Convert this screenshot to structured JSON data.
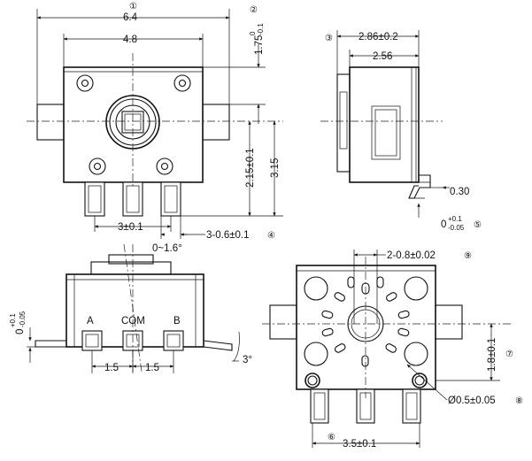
{
  "top_view": {
    "ref1": "①",
    "width_dim": "6.4",
    "inner_dim": "4.8",
    "ref2": "②",
    "height_dim": "1.75",
    "height_tol_upper": "0",
    "height_tol_lower": "-0.1",
    "center_dim": "2.15±0.1",
    "total_height_dim": "3.15",
    "pitch_dim": "3±0.1",
    "pad_dim": "3-0.6±0.1",
    "ref4": "④"
  },
  "side_view": {
    "ref3": "③",
    "depth_dim": "2.86±0.2",
    "body_dim": "2.56",
    "lead_thickness_dim": "0.30",
    "standoff_dim": "0",
    "standoff_tol_upper": "+0.1",
    "standoff_tol_lower": "-0.05",
    "ref5": "⑤"
  },
  "front_view": {
    "angle_dim": "0~1.6°",
    "left_dim": "0",
    "left_tol_upper": "+0.1",
    "left_tol_lower": "-0.05",
    "label_a": "A",
    "label_com": "COM",
    "label_b": "B",
    "pitch_left": "1.5",
    "pitch_right": "1.5",
    "lead_angle": "3°"
  },
  "bottom_view": {
    "hole_dim": "2-0.8±0.02",
    "ref9": "⑨",
    "offset_dim": "1.8±0.1",
    "ref7": "⑦",
    "pin_dim": "Ø0.5±0.05",
    "ref8": "⑧",
    "ref6": "⑥",
    "spacing_dim": "3.5±0.1"
  }
}
